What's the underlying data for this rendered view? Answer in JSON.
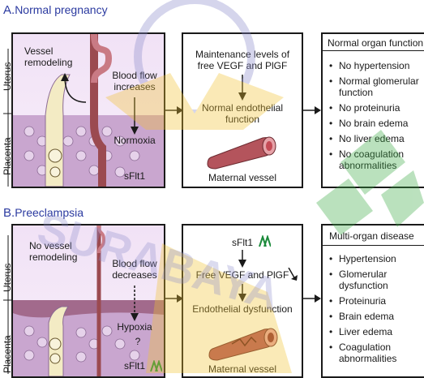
{
  "section_a": {
    "letter": "A.",
    "title": "Normal pregnancy",
    "uterus_label": "Uterus",
    "placenta_label": "Placenta",
    "vessel_label": "Vessel\nremodeling",
    "blood_flow_label": "Blood flow\nincreases",
    "oxygen_label": "Normoxia",
    "sflt_label": "sFlt1",
    "middle_top": "Maintenance levels of\nfree VEGF and PlGF",
    "middle_mid": "Normal endothelial\nfunction",
    "middle_bottom": "Maternal vessel",
    "right_title": "Normal organ function",
    "right_items": [
      "No hypertension",
      "Normal glomerular\nfunction",
      "No proteinuria",
      "No brain edema",
      "No liver edema",
      "No coagulation\nabnormalities"
    ]
  },
  "section_b": {
    "letter": "B.",
    "title": "Preeclampsia",
    "uterus_label": "Uterus",
    "placenta_label": "Placenta",
    "vessel_label": "No vessel\nremodeling",
    "blood_flow_label": "Blood flow\ndecreases",
    "oxygen_label": "Hypoxia",
    "question_mark": "?",
    "sflt_label": "sFlt1",
    "middle_sflt": "sFlt1",
    "middle_free": "Free VEGF and PlGF",
    "middle_mid": "Endothelial dysfunction",
    "middle_bottom": "Maternal vessel",
    "right_title": "Multi-organ disease",
    "right_items": [
      "Hypertension",
      "Glomerular\ndysfunction",
      "Proteinuria",
      "Brain edema",
      "Liver edema",
      "Coagulation\nabnormalities"
    ]
  },
  "watermark_text": "SURABAYA",
  "colors": {
    "title_blue": "#2b3aa0",
    "green_arrow": "#1a8a3a",
    "watermark_gold": "#f2c230",
    "watermark_green": "#3caa46",
    "placenta_purple": "#b995c2",
    "vessel_brown": "#9b4a50"
  }
}
